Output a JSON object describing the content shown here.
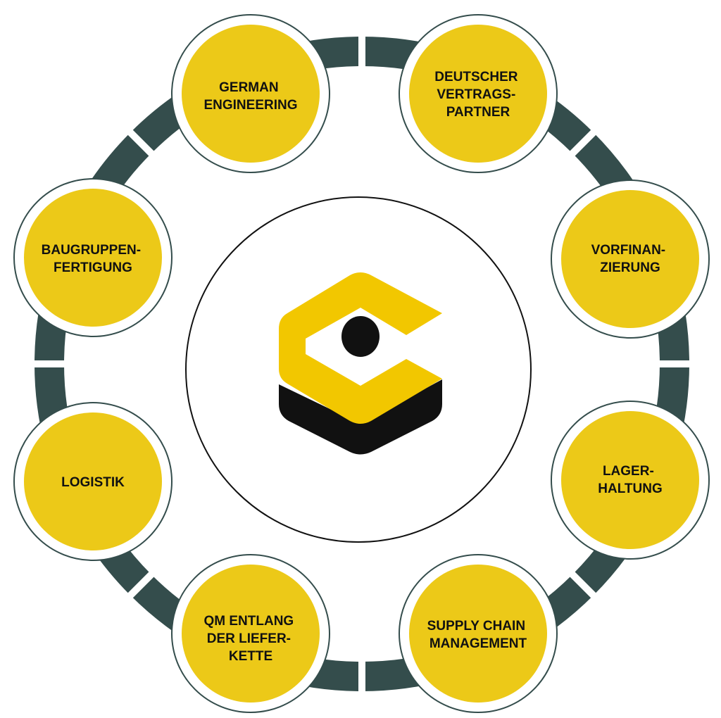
{
  "colors": {
    "ring": "#344d4c",
    "node_fill": "#ecc918",
    "node_border": "#344d4c",
    "background": "#ffffff",
    "logo_yellow": "#f2c700",
    "logo_black": "#111111",
    "text": "#111111"
  },
  "center_logo": {
    "icon": "cube-c-logo-icon"
  },
  "nodes": [
    {
      "id": "german-engineering",
      "lines": [
        "GERMAN",
        "ENGINEERING"
      ]
    },
    {
      "id": "deutscher-vertragspartner",
      "lines": [
        "DEUTSCHER",
        "VERTRAGS-",
        "PARTNER"
      ]
    },
    {
      "id": "vorfinanzierung",
      "lines": [
        "VORFINAN-",
        "ZIERUNG"
      ]
    },
    {
      "id": "lagerhaltung",
      "lines": [
        "LAGER-",
        "HALTUNG"
      ]
    },
    {
      "id": "supply-chain-management",
      "lines": [
        "SUPPLY CHAIN",
        "MANAGEMENT"
      ]
    },
    {
      "id": "qm-entlang-der-lieferkette",
      "lines": [
        "QM ENTLANG",
        "DER LIEFER-",
        "KETTE"
      ]
    },
    {
      "id": "logistik",
      "lines": [
        "LOGISTIK"
      ]
    },
    {
      "id": "baugruppenfertigung",
      "lines": [
        "BAUGRUPPEN-",
        "FERTIGUNG"
      ]
    }
  ]
}
